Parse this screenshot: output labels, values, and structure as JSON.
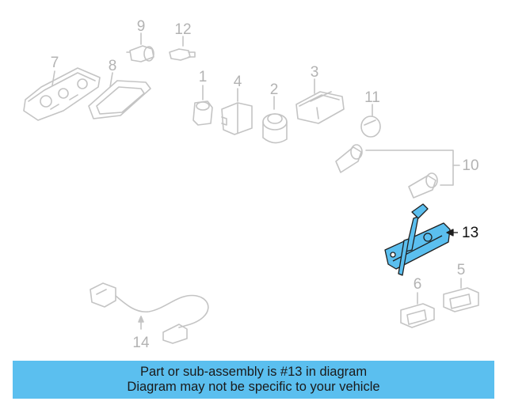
{
  "diagram": {
    "callouts": {
      "p1": "1",
      "p2": "2",
      "p3": "3",
      "p4": "4",
      "p5": "5",
      "p6": "6",
      "p7": "7",
      "p8": "8",
      "p9": "9",
      "p10": "10",
      "p11": "11",
      "p12": "12",
      "p13": "13",
      "p14": "14"
    },
    "colors": {
      "line": "#c4c4c4",
      "highlight_fill": "#5bbfef",
      "highlight_stroke": "#1f1f1f",
      "banner": "#5bbfef"
    }
  },
  "banner": {
    "line1": "Part or sub-assembly is #13 in diagram",
    "line2": "Diagram may not be specific to your vehicle"
  }
}
